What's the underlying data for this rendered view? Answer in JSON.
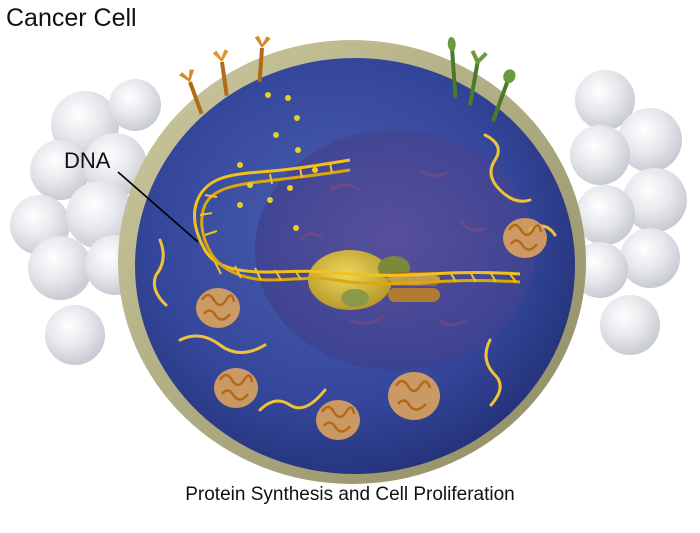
{
  "title": "Cancer Cell",
  "labels": {
    "dna": "DNA"
  },
  "caption": "Protein Synthesis and Cell Proliferation",
  "colors": {
    "membrane": "#a8a47a",
    "cytoplasm": "#3a4f9e",
    "nucleus": "#3f4492",
    "dna_strand": "#f1c21b",
    "protein": "#e6a85a",
    "receptor_orange": "#d48a2a",
    "receptor_green": "#5c8a3a",
    "background_cells": "#dcdde2"
  }
}
